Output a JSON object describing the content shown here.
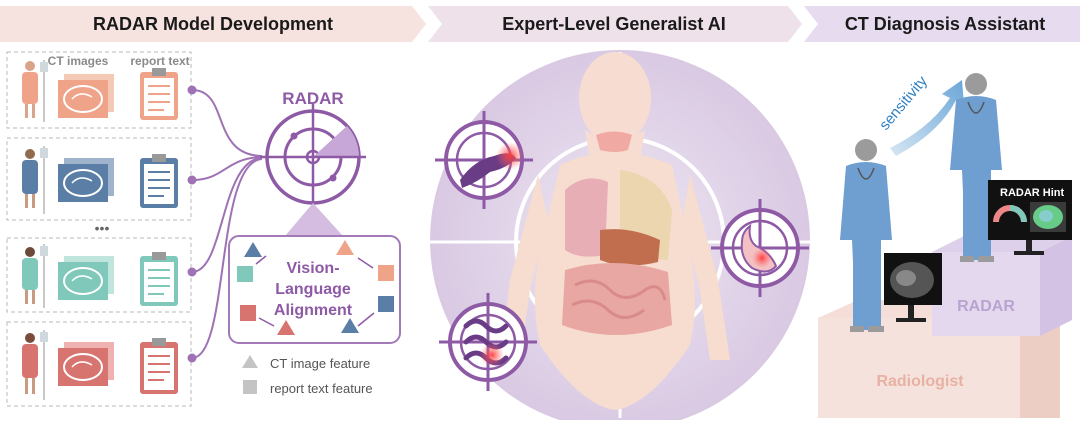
{
  "headers": {
    "development": "RADAR Model Development",
    "generalist": "Expert-Level Generalist AI",
    "assistant": "CT Diagnosis Assistant"
  },
  "data_inputs": {
    "ct_images_label": "CT images",
    "report_text_label": "report text",
    "ellipsis": "•••"
  },
  "radar": {
    "name": "RADAR",
    "alignment_line1": "Vision-",
    "alignment_line2": "Language",
    "alignment_line3": "Alignment"
  },
  "legend": {
    "ct_feature": "CT image feature",
    "report_feature": "report text feature"
  },
  "assistant": {
    "sensitivity": "sensitivity",
    "hint_label": "RADAR Hint",
    "podium_top": "RADAR",
    "podium_bottom": "Radiologist"
  },
  "colors": {
    "purple": "#8e5aa6",
    "banner_pink": "#f6e3df",
    "banner_purple": "#e7dcef",
    "orange": "#efa489",
    "blue": "#5b7ea6",
    "mint": "#7fc8ba",
    "red": "#d87470"
  }
}
